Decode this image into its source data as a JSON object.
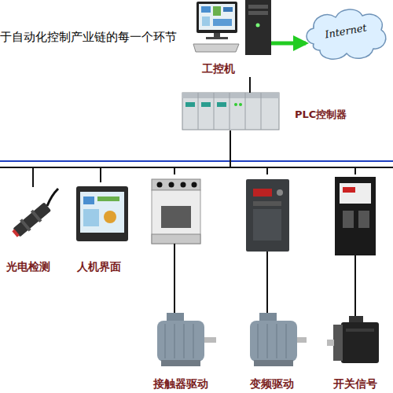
{
  "diagram": {
    "title": "于自动化控制产业链的每一个环节",
    "nodes": [
      {
        "text": [
          "工控机"
        ]
      },
      {
        "text": [
          "Internet"
        ]
      },
      {
        "text": [
          "PLC控制器"
        ]
      },
      {
        "text": [
          "光电检测"
        ]
      },
      {
        "text": [
          "人机界面"
        ]
      },
      {
        "text": [
          "接触器驱动"
        ]
      },
      {
        "text": [
          "变频驱动"
        ]
      },
      {
        "text": [
          "开关信号"
        ]
      }
    ],
    "edges": [
      {
        "from": 0,
        "to": 1,
        "arrow": "to"
      },
      {
        "from": 0,
        "to": 2,
        "arrow": "none"
      },
      {
        "from": 2,
        "to": 3,
        "arrow": "none"
      },
      {
        "from": 2,
        "to": 4,
        "arrow": "none"
      },
      {
        "from": 2,
        "to": 5,
        "arrow": "none"
      },
      {
        "from": 2,
        "to": 6,
        "arrow": "none"
      },
      {
        "from": 2,
        "to": 7,
        "arrow": "none"
      }
    ]
  }
}
